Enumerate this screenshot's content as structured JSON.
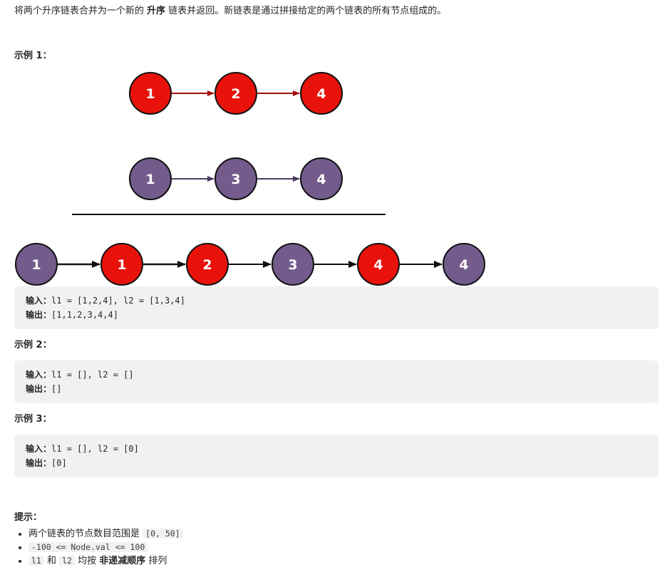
{
  "description": {
    "part1": "将两个升序链表合并为一个新的 ",
    "bold": "升序",
    "part2": " 链表并返回。新链表是通过拼接给定的两个链表的所有节点组成的。"
  },
  "examples": [
    {
      "title": "示例 1：",
      "input_label": "输入：",
      "input_value": "l1 = [1,2,4], l2 = [1,3,4]",
      "output_label": "输出：",
      "output_value": "[1,1,2,3,4,4]"
    },
    {
      "title": "示例 2：",
      "input_label": "输入：",
      "input_value": "l1 = [], l2 = []",
      "output_label": "输出：",
      "output_value": "[]"
    },
    {
      "title": "示例 3：",
      "input_label": "输入：",
      "input_value": "l1 = [], l2 = [0]",
      "output_label": "输出：",
      "output_value": "[0]"
    }
  ],
  "diagram": {
    "colors": {
      "red": "#e8120a",
      "purple": "#735b8c",
      "red_arrow": "#a00d0d",
      "purple_arrow": "#4b3b62"
    },
    "list1": [
      "1",
      "2",
      "4"
    ],
    "list2": [
      "1",
      "3",
      "4"
    ],
    "merged": [
      {
        "value": "1",
        "color": "purple"
      },
      {
        "value": "1",
        "color": "red"
      },
      {
        "value": "2",
        "color": "red"
      },
      {
        "value": "3",
        "color": "purple"
      },
      {
        "value": "4",
        "color": "red"
      },
      {
        "value": "4",
        "color": "purple"
      }
    ]
  },
  "hints": {
    "title": "提示：",
    "item1_text": "两个链表的节点数目范围是 ",
    "item1_code": "[0, 50]",
    "item2_code": "-100 <= Node.val <= 100",
    "item3_code1": "l1",
    "item3_mid": " 和 ",
    "item3_code2": "l2",
    "item3_text": " 均按 ",
    "item3_bold": "非递减顺序",
    "item3_end": " 排列"
  }
}
